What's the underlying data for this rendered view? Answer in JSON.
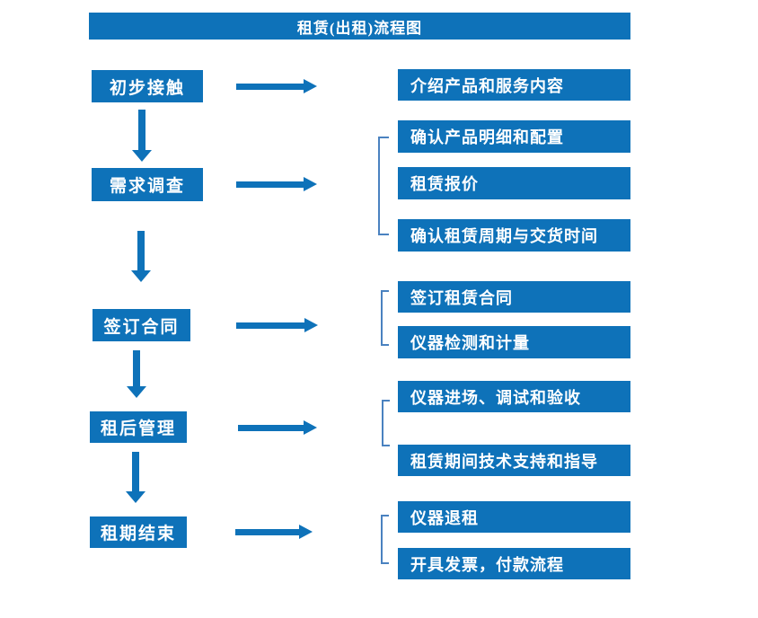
{
  "title": "租赁(出租)流程图",
  "colors": {
    "box_blue": "#0e72b9",
    "bracket_blue": "#4a82c0",
    "text_white": "#ffffff",
    "background": "#ffffff"
  },
  "stages": [
    {
      "label": "初步接触",
      "outputs": [
        "介绍产品和服务内容"
      ]
    },
    {
      "label": "需求调查",
      "outputs": [
        "确认产品明细和配置",
        "租赁报价",
        "确认租赁周期与交货时间"
      ]
    },
    {
      "label": "签订合同",
      "outputs": [
        "签订租赁合同",
        "仪器检测和计量"
      ]
    },
    {
      "label": "租后管理",
      "outputs": [
        "仪器进场、调试和验收",
        "租赁期间技术支持和指导"
      ]
    },
    {
      "label": "租期结束",
      "outputs": [
        "仪器退租",
        "开具发票，付款流程"
      ]
    }
  ]
}
